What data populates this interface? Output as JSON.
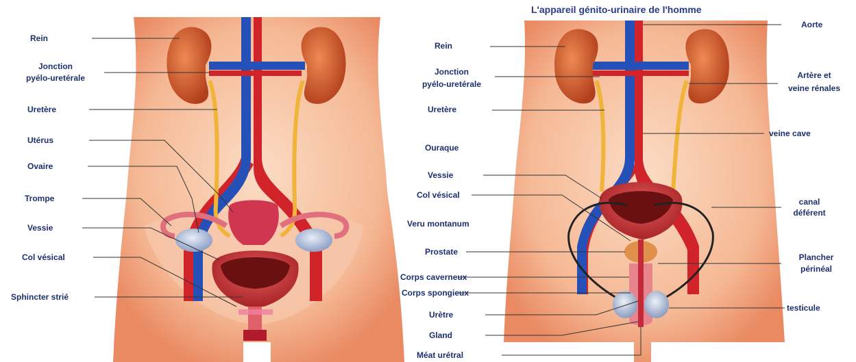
{
  "title": "L'appareil génito-urinaire de l'homme",
  "female_labels": {
    "rein": "Rein",
    "jonction_1": "Jonction",
    "jonction_2": "pyélo-uretérale",
    "uretere": "Uretère",
    "uterus": "Utérus",
    "ovaire": "Ovaire",
    "trompe": "Trompe",
    "vessie": "Vessie",
    "col_vesical": "Col vésical",
    "sphincter": "Sphincter strié"
  },
  "male_labels_left": {
    "rein": "Rein",
    "jonction_1": "Jonction",
    "jonction_2": "pyélo-uretérale",
    "uretere": "Uretère",
    "ouraque": "Ouraque",
    "vessie": "Vessie",
    "col_vesical": "Col vésical",
    "veru": "Veru montanum",
    "prostate": "Prostate",
    "corps_caverneux": "Corps caverneux",
    "corps_spongieux": "Corps spongieux",
    "uretre": "Urètre",
    "gland": "Gland",
    "meat": "Méat urétral"
  },
  "male_labels_right": {
    "aorte": "Aorte",
    "artere_1": "Artère et",
    "artere_2": "veine rénales",
    "veine_cave": "veine cave",
    "canal_1": "canal",
    "canal_2": "déférent",
    "plancher_1": "Plancher",
    "plancher_2": "périnéal",
    "testicule": "testicule"
  },
  "colors": {
    "label": "#1c2f6e",
    "skin": "#f3b593",
    "skin_edge": "#e07a55",
    "kidney": "#d2532a",
    "artery": "#d1242a",
    "vein": "#2550b8",
    "ureter": "#f0b43a",
    "bladder": "#c8373c"
  }
}
